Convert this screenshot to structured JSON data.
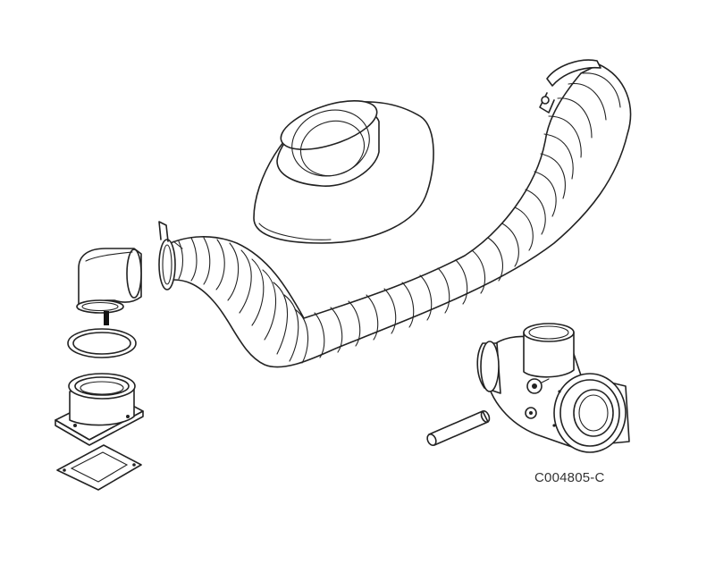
{
  "figure": {
    "reference_code": "C004805-C",
    "parts": [
      {
        "name": "elbow",
        "icon": "elbow-connector-icon"
      },
      {
        "name": "ring-seal",
        "icon": "o-ring-icon"
      },
      {
        "name": "adapter-flange",
        "icon": "flange-adapter-icon"
      },
      {
        "name": "gasket",
        "icon": "gasket-icon"
      },
      {
        "name": "hose-clamp-left",
        "icon": "hose-clamp-icon"
      },
      {
        "name": "flexible-duct",
        "icon": "flexible-duct-icon"
      },
      {
        "name": "hose-clamp-right",
        "icon": "hose-clamp-icon"
      },
      {
        "name": "wall-rosette",
        "icon": "wall-rosette-icon"
      },
      {
        "name": "tee-fitting",
        "icon": "tee-fitting-icon"
      },
      {
        "name": "pipe-stub",
        "icon": "pipe-stub-icon"
      }
    ],
    "line_color": "#222222",
    "background": "#ffffff"
  }
}
